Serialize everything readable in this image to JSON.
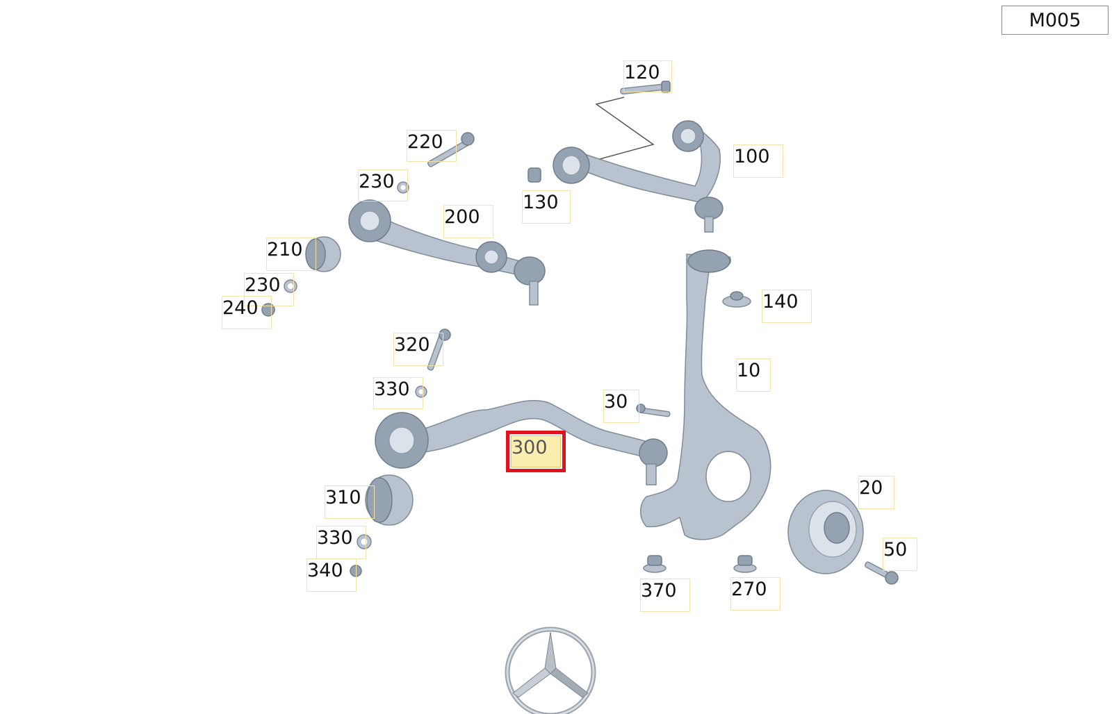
{
  "diagram_code": "M005",
  "callouts": [
    {
      "id": "120",
      "label": "120"
    },
    {
      "id": "100",
      "label": "100"
    },
    {
      "id": "130",
      "label": "130"
    },
    {
      "id": "220",
      "label": "220"
    },
    {
      "id": "230a",
      "label": "230"
    },
    {
      "id": "200",
      "label": "200"
    },
    {
      "id": "210",
      "label": "210"
    },
    {
      "id": "230b",
      "label": "230"
    },
    {
      "id": "240",
      "label": "240"
    },
    {
      "id": "140",
      "label": "140"
    },
    {
      "id": "320",
      "label": "320"
    },
    {
      "id": "10",
      "label": "10"
    },
    {
      "id": "330a",
      "label": "330"
    },
    {
      "id": "30",
      "label": "30"
    },
    {
      "id": "300",
      "label": "300"
    },
    {
      "id": "310",
      "label": "310"
    },
    {
      "id": "20",
      "label": "20"
    },
    {
      "id": "330b",
      "label": "330"
    },
    {
      "id": "50",
      "label": "50"
    },
    {
      "id": "340",
      "label": "340"
    },
    {
      "id": "370",
      "label": "370"
    },
    {
      "id": "270",
      "label": "270"
    }
  ],
  "selected_callout": "300",
  "colors": {
    "highlight_border": "#e0121b",
    "highlight_fill": "#fbeeb0",
    "part": "#b9c3cf"
  },
  "logo": "mercedes-star-logo"
}
